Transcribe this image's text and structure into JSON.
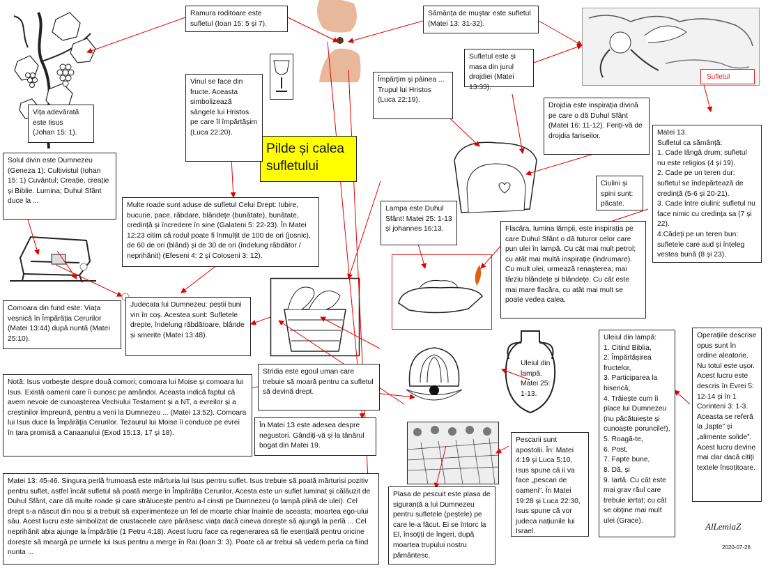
{
  "title": "Pilde și calea\nsufletului",
  "boxes": {
    "ramura": "Ramura roditoare este sufletul (Ioan 15: 5 și 7).",
    "samanta": "Sămânța de muștar este sufletul (Matei 13: 31-32).",
    "vita": "Vița adevărată este  Iisus\n(Johan 15: 1).",
    "vinul": "Vinul se face din fructe. Aceasta simbolizează sângele lui Hristos pe care îl împărtășim (Luca 22:20).",
    "impartasim": "Împărțim și pâinea ... Trupul lui Hristos (Luca 22:19).",
    "masa": "Sufletul este și masa din jurul drojdiei (Matei 13:33).",
    "drojdia": "Drojdia este inspirația divină pe care o dă Duhul Sfânt (Matei 16: 11-12). Feriți-vă de drojdia fariseilor.",
    "matei13": "Matei 13.\nSufletul ca sămânță:\n1. Cade lângă drum; sufletul nu este religios (4 și 19).\n2. Cade pe un teren dur: sufletul se îndepărtează de credință (5-6 și 20-21).\n3. Cade între ciulini: sufletul nu face nimic cu credința sa (7 și 22).\n4.Cădeți pe un teren bun: sufletele care aud și înțeleg vestea bună (8 și 23).",
    "solul": "Solul divin este Dumnezeu (Geneza 1); Cultivistul (Iohan 15: 1) Cuvântul; Creație, creație și Biblie. Lumina; Duhul Sfânt duce la ...",
    "ciulini": "Ciulini și spini sunt: păcate.",
    "roade": "Multe roade sunt aduse de sufletul Celui Drept: Iubire, bucurie, pace, răbdare, blândețe (bunătate), bunătate, credință și încredere în sine (Galateni 5: 22-23). În Matei 12:23 citim că rodul poate fi înmulțit de 100 de ori (josnic), de 60 de ori (blând) și de 30 de ori (îndelung răbdător / neprihănit) (Efeseni 4: 2 și Coloseni  3: 12).",
    "lampa": "Lampa este Duhul Sfânt! Matei 25: 1-13 și  johannes 16:13.",
    "flacara": "Flacăra, lumina lămpii, este inspirația pe care Duhul Sfânt o dă tuturor celor care pun ulei în lampă. Cu cât mai mult petrol; cu atât mai multă inspirație (îndrumare). Cu mult ulei, urmează renașterea; mai târziu blândețe și blândețe.  Cu cât este mai mare flacăra, cu atât mai mult se poate vedea  calea.",
    "comoara": "Comoara din fund este: Viața veșnică în Împărăția Cerurilor (Matei 13:44) după nuntă  (Matei 25:10).",
    "judecata": "Judecata lui Dumnezeu: peștii buni vin în coș. Acestea sunt: Sufletele drepte, îndelung răbdătoare, blânde și smerite (Matei 13:48).",
    "uleiul": "Uleiul din lampă. Matei 25: 1-13.",
    "uleiList": "Uleiul din lampă:\n1. Citind Biblia,\n2. Împărtășirea fructelor,\n3. Participarea la biserică,\n4. Trăiește cum îi place lui Dumnezeu (nu păcătuiește și cunoaște poruncile!),\n5. Roagă-te,\n6. Post,\n7. Fapte bune,\n8. Dă, și\n9. Iartă. Cu cât este mai grav răul care trebuie iertat; cu cât se obține mai mult ulei (Grace).",
    "operatiile": "Operațiile descrise opus sunt în ordine aleatorie. Nu totul este ușor. Acest lucru este descris în Evrei 5: 12-14 și în 1 Corinteni 3: 1-3. Aceasta se referă la „lapte” și „alimente solide”. Acest lucru devine mai clar dacă citiți textele însoțitoare.",
    "stridia": "Stridia este egoul uman care trebuie să moară pentru ca sufletul să devină drept.",
    "nota": "Notă: Isus vorbește despre două comori; comoara lui Moise și comoara lui Isus. Există oameni care îi cunosc pe amândoi. Aceasta indică faptul că avem nevoie de cunoașterea Vechiului Testament și a NT, a evreilor și a creștinilor împreună, pentru a veni la Dumnezeu ... (Matei 13:52). Comoara lui Isus duce la Împărăția Cerurilor. Tezaurul lui Moise îi conduce  pe evrei în țara promisă a Canaanului (Exod 15:13,  17 și 18).",
    "negustori": "În Matei 13 este adesea despre negustori. Gândiți-vă și la tânărul bogat din Matei 19.",
    "pescarii": "Pescarii sunt apostolii. În: Matei 4:19 și Luca 5:10, Isus spune că ii va face „pescari de oameni”. În Matei 19:28 și Luca 22:30, Isus spune că vor judeca națiunile lui Israel.",
    "perla": "Matei 13: 45-46. Singura perlă frumoasă este mărturia lui Isus pentru suflet. Isus trebuie să poată mărturisi pozitiv pentru suflet, astfel încât sufletul să poată merge în Împărăția Cerurilor. Acesta este un suflet luminat și călăuzit de Duhul Sfânt, care dă multe roade și care strălucește pentru a-l cinsti pe Dumnezeu (o lampă plină de ulei). Cel drept s-a născut din nou și a trebuit să experimenteze un fel de moarte chiar înainte de aceasta; moartea ego-ului său. Acest lucru este simbolizat de crustaceele care părăsesc viața dacă cineva dorește să ajungă la perlă ... Cel neprihănit abia ajunge la Împărăție (1 Petru 4:18). Acest lucru face ca regenerarea să fie esențială pentru oricine dorește  să meargă pe urmele lui Isus pentru a merge în Rai (Ioan 3: 3). Poate că ar trebui  să vedem perla ca fiind nunta ...",
    "plasa": "Plasa de pescuit este plasa de siguranță a lui Dumnezeu pentru sufletele (peștele) pe care le-a făcut. Ei se întorc la El, însoțiți de îngeri, după moartea trupului nostru pământesc."
  },
  "soul_label": "Sufletul",
  "signature": "AlLemiaZ",
  "date": "2020-07-26",
  "colors": {
    "arrow": "#e00000",
    "title_bg": "#ffff00",
    "border": "#222222"
  },
  "icons": [
    "grapevine-illustration",
    "wine-cup-icon",
    "mustard-seed-photo",
    "angel-illustration",
    "bread-loaf-icon",
    "oil-lamp-icon",
    "treasure-chest-icon",
    "fish-basket-icon",
    "oyster-pearl-icon",
    "amphora-icon",
    "fishing-net-illustration"
  ]
}
